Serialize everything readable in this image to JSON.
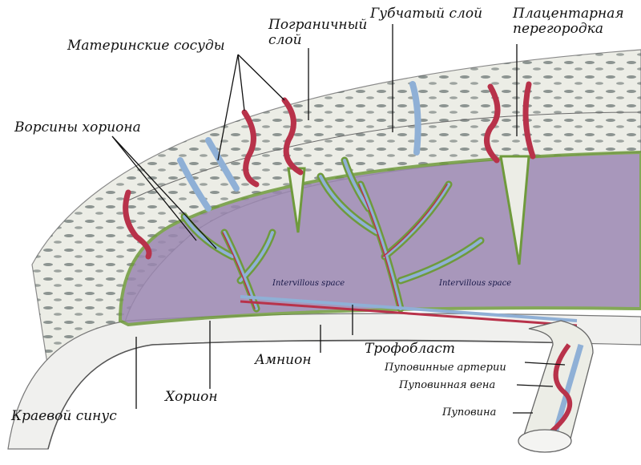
{
  "labels": {
    "maternal_vessels": "Материнские сосуды",
    "border_layer_line1": "Пограничный",
    "border_layer_line2": "слой",
    "spongy_layer": "Губчатый слой",
    "placental_septum_line1": "Плацентарная",
    "placental_septum_line2": "перегородка",
    "chorionic_villi": "Ворсины хориона",
    "intervillous_space_1": "Intervillous space",
    "intervillous_space_2": "Intervillous space",
    "trophoblast": "Трофобласт",
    "amnion": "Амнион",
    "umbilical_arteries": "Пуповинные артерии",
    "umbilical_vein": "Пуповинная вена",
    "umbilical_cord": "Пуповина",
    "chorion": "Хорион",
    "marginal_sinus": "Краевой синус"
  },
  "colors": {
    "artery": "#b8324a",
    "vein": "#8fb0d6",
    "intervillous": "#9a86b0",
    "villus_border": "#6f9a3c",
    "decidua": "#e9eae2",
    "cell": "#3d4a4a"
  }
}
